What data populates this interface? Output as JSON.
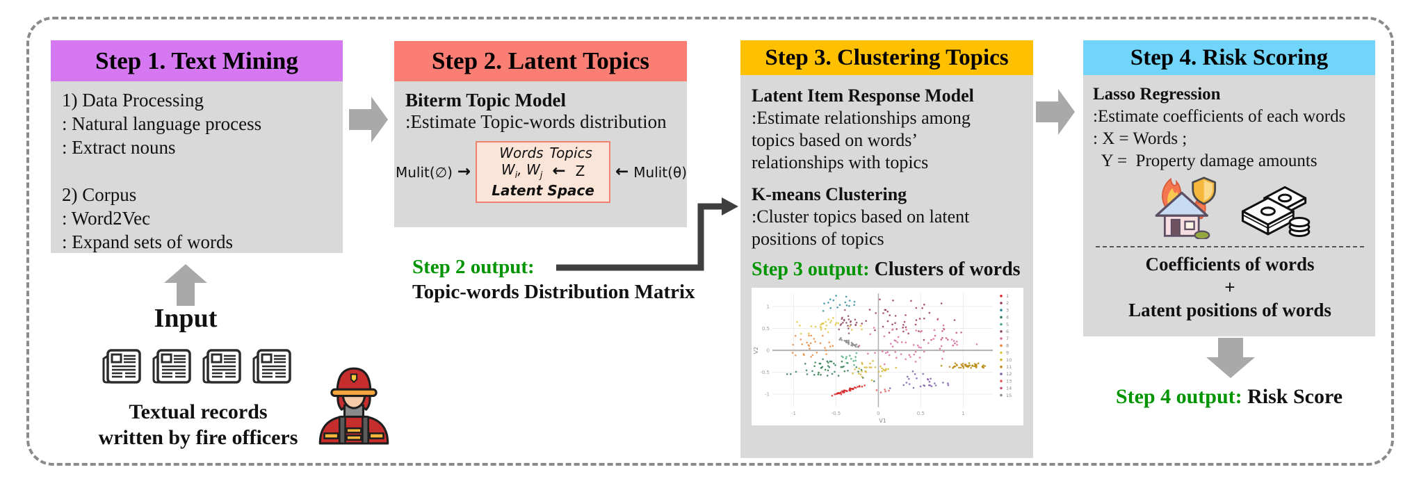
{
  "colors": {
    "step1_header": "#D678F2",
    "step2_header": "#FA7E73",
    "step3_header": "#FFC000",
    "step4_header": "#70D5F9",
    "panel_body": "#D9D9D9",
    "output_green": "#009400",
    "flow_arrow_gray": "#A9A9A9",
    "elbow_arrow": "#3F3F3F",
    "latent_box_bg": "#FBE5D8",
    "latent_box_border": "#F08070"
  },
  "step1": {
    "title": "Step 1. Text Mining",
    "lines": [
      "1) Data Processing",
      ": Natural language process",
      ": Extract nouns",
      "",
      "2) Corpus",
      ": Word2Vec",
      ": Expand sets of words"
    ]
  },
  "step2": {
    "title": "Step 2. Latent Topics",
    "model_name": "Biterm Topic Model",
    "model_desc": ":Estimate Topic-words distribution",
    "formula": {
      "left": "Mulit(∅)",
      "arrow_right": "→",
      "col_words": "Words",
      "col_topics": "Topics",
      "w1": "W",
      "w1_sub": "i",
      "w2": ", W",
      "w2_sub": "j",
      "arrow_left_inner": "←",
      "z": "Z",
      "arrow_left_outer": "←",
      "right": "Mulit(θ)",
      "caption": "Latent Space"
    },
    "output_label": "Step 2 output:",
    "output_value": "Topic-words Distribution Matrix"
  },
  "step3": {
    "title": "Step 3. Clustering Topics",
    "model1_name": "Latent Item Response Model",
    "model1_lines": [
      ":Estimate relationships among",
      "topics based on words’",
      "relationships with topics"
    ],
    "model2_name": "K-means Clustering",
    "model2_lines": [
      ":Cluster topics based on latent",
      "positions of topics"
    ],
    "output_label": "Step 3 output:",
    "output_value": "Clusters of words"
  },
  "step4": {
    "title": "Step 4. Risk Scoring",
    "model_name": "Lasso Regression",
    "desc_lines": [
      ":Estimate coefficients of each words",
      ": X = Words ;",
      "  Y =  Property damage amounts"
    ],
    "sum_lines": [
      "Coefficients of words",
      "+",
      "Latent positions of words"
    ],
    "output_label": "Step 4 output:",
    "output_value": "Risk Score"
  },
  "input_section": {
    "title": "Input",
    "caption_lines": [
      "Textual records",
      "written by fire officers"
    ]
  },
  "icons": {
    "documents": "newspaper-icon",
    "person": "firefighter-icon",
    "risk": "burning-house-shield-icon",
    "money": "money-stack-coins-icon",
    "flow": "block-arrow-icon"
  },
  "chart_data": {
    "type": "scatter",
    "title": "",
    "xlabel": "V1",
    "ylabel": "V2",
    "xlim": [
      -1.25,
      1.35
    ],
    "ylim": [
      -1.3,
      1.3
    ],
    "xticks": [
      -1,
      -0.5,
      0,
      0.5,
      1
    ],
    "yticks": [
      -1,
      -0.5,
      0,
      0.5,
      1
    ],
    "grid": true,
    "legend_position": "right",
    "clusters": [
      {
        "label": "1",
        "color": "#d62728",
        "n": 40,
        "cx": -0.38,
        "cy": -0.92,
        "sx": 0.09,
        "sy": 0.04,
        "corr": 0.75
      },
      {
        "label": "2",
        "color": "#97374f",
        "n": 40,
        "cx": 0.25,
        "cy": 0.72,
        "sx": 0.27,
        "sy": 0.22,
        "corr": 0
      },
      {
        "label": "3",
        "color": "#2e8b9a",
        "n": 16,
        "cx": -0.47,
        "cy": 1.05,
        "sx": 0.12,
        "sy": 0.09,
        "corr": 0
      },
      {
        "label": "4",
        "color": "#2f7d4f",
        "n": 45,
        "cx": -0.6,
        "cy": -0.4,
        "sx": 0.21,
        "sy": 0.13,
        "corr": 0
      },
      {
        "label": "5",
        "color": "#4daf7c",
        "n": 12,
        "cx": -0.33,
        "cy": -0.18,
        "sx": 0.1,
        "sy": 0.06,
        "corr": 0
      },
      {
        "label": "6",
        "color": "#8e4a62",
        "n": 22,
        "cx": -0.33,
        "cy": 0.68,
        "sx": 0.1,
        "sy": 0.12,
        "corr": 0
      },
      {
        "label": "7",
        "color": "#d96a9c",
        "n": 55,
        "cx": 0.38,
        "cy": 0.12,
        "sx": 0.28,
        "sy": 0.2,
        "corr": 0
      },
      {
        "label": "8",
        "color": "#e8883a",
        "n": 28,
        "cx": -0.8,
        "cy": 0.1,
        "sx": 0.17,
        "sy": 0.15,
        "corr": 0
      },
      {
        "label": "9",
        "color": "#e2c53f",
        "n": 28,
        "cx": -0.65,
        "cy": 0.55,
        "sx": 0.2,
        "sy": 0.1,
        "corr": 0
      },
      {
        "label": "10",
        "color": "#d4b430",
        "n": 30,
        "cx": -0.07,
        "cy": -0.42,
        "sx": 0.14,
        "sy": 0.09,
        "corr": 0
      },
      {
        "label": "11",
        "color": "#b8860b",
        "n": 45,
        "cx": 1.02,
        "cy": -0.36,
        "sx": 0.13,
        "sy": 0.03,
        "corr": 0
      },
      {
        "label": "12",
        "color": "#7b5aa6",
        "n": 26,
        "cx": 0.5,
        "cy": -0.75,
        "sx": 0.17,
        "sy": 0.1,
        "corr": 0
      },
      {
        "label": "13",
        "color": "#e05c5c",
        "n": 5,
        "cx": 0.03,
        "cy": -0.93,
        "sx": 0.05,
        "sy": 0.02,
        "corr": 0
      },
      {
        "label": "14",
        "color": "#c2507a",
        "n": 12,
        "cx": 0.75,
        "cy": 0.3,
        "sx": 0.15,
        "sy": 0.12,
        "corr": 0
      },
      {
        "label": "15",
        "color": "#8c8c8c",
        "n": 30,
        "cx": -0.35,
        "cy": 0.18,
        "sx": 0.08,
        "sy": 0.05,
        "corr": -0.75
      }
    ]
  }
}
